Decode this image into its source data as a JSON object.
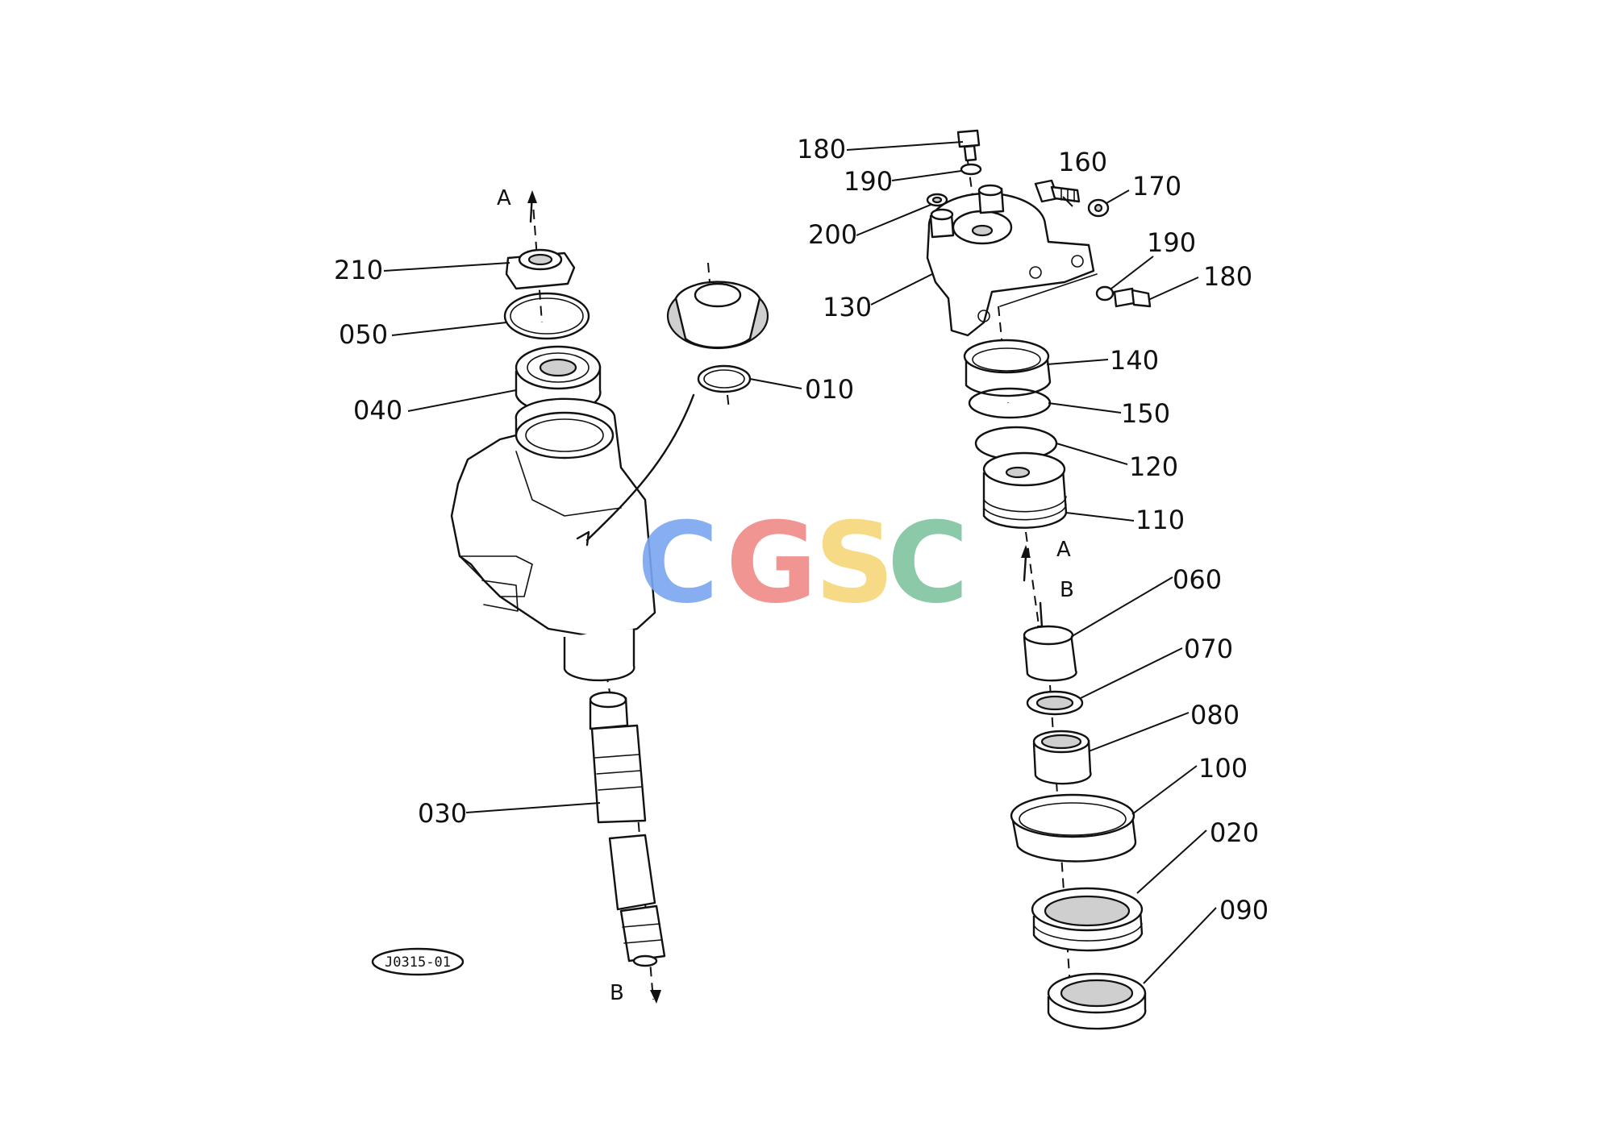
{
  "diagram": {
    "code_label": "J0315-01",
    "section_markers": {
      "a_top": "A",
      "b_bottom": "B",
      "a_right": "A",
      "b_right": "B"
    },
    "parts": {
      "p010": "010",
      "p020": "020",
      "p030": "030",
      "p040": "040",
      "p050": "050",
      "p060": "060",
      "p070": "070",
      "p080": "080",
      "p090": "090",
      "p100": "100",
      "p110": "110",
      "p120": "120",
      "p130": "130",
      "p140": "140",
      "p150": "150",
      "p160": "160",
      "p170": "170",
      "p180_top": "180",
      "p180_right": "180",
      "p190_top": "190",
      "p190_right": "190",
      "p200": "200",
      "p210": "210"
    },
    "watermark": {
      "letters": [
        "C",
        "G",
        "S",
        "C"
      ],
      "colors": [
        "#7aa6ef",
        "#ef8a86",
        "#f6d77a",
        "#7fc4a0"
      ]
    }
  }
}
